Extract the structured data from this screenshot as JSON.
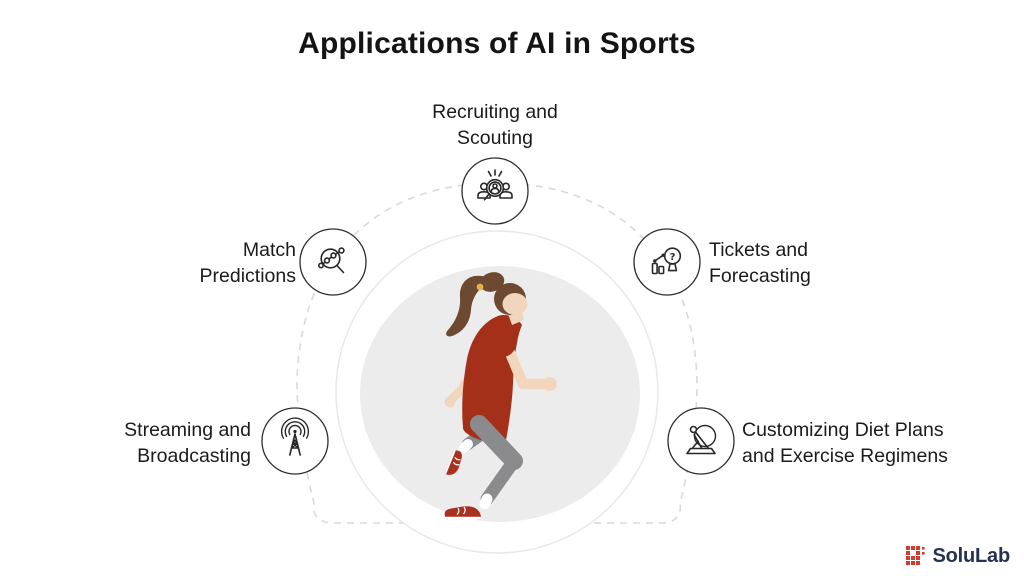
{
  "title": "Applications of AI in Sports",
  "nodes": {
    "recruiting": {
      "line1": "Recruiting and",
      "line2": "Scouting"
    },
    "match": {
      "line1": "Match",
      "line2": "Predictions"
    },
    "tickets": {
      "line1": "Tickets and",
      "line2": "Forecasting"
    },
    "streaming": {
      "line1": "Streaming and",
      "line2": "Broadcasting"
    },
    "diet": {
      "line1": "Customizing Diet Plans",
      "line2": "and Exercise Regimens"
    }
  },
  "icons": {
    "recruiting": "people-magnifier-icon",
    "match": "network-magnifier-icon",
    "tickets": "chart-question-magnifier-icon",
    "tickets_glyph": "?",
    "streaming": "broadcast-tower-icon",
    "diet": "yoga-pose-icon",
    "logomark": "pixel-grid-logomark-icon"
  },
  "logo": {
    "brand": "SoluLab"
  },
  "colors": {
    "shirt": "#a5301a",
    "pants": "#8b8b8d",
    "skin": "#f2d5bd",
    "hair": "#6d4931",
    "hair_tie": "#e3b24b",
    "shoes": "#a93120",
    "logo_red": "#d23b30",
    "logo_navy": "#25334e",
    "dashed_line": "#d9d9d9",
    "center_fill": "#ececec"
  }
}
